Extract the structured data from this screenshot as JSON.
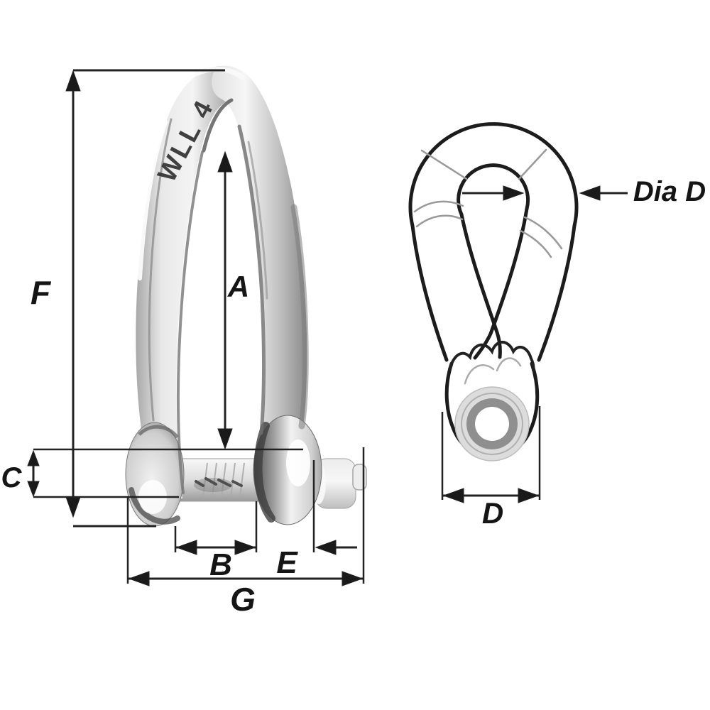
{
  "diagram": {
    "side_view": {
      "engraving": "WLL 4",
      "labels": {
        "F": "F",
        "A": "A",
        "C": "C",
        "B": "B",
        "E": "E",
        "G": "G"
      }
    },
    "front_view": {
      "labels": {
        "dia": "Dia D",
        "d": "D"
      }
    },
    "colors": {
      "outline": "#1c1c1c",
      "dimension": "#222222",
      "thin_detail": "#999999",
      "metal_highlight": "#f5f5f5",
      "metal_mid": "#c2c2c2",
      "metal_shadow": "#555555",
      "ring_gray": "#8f8f8f",
      "background": "#ffffff"
    }
  }
}
